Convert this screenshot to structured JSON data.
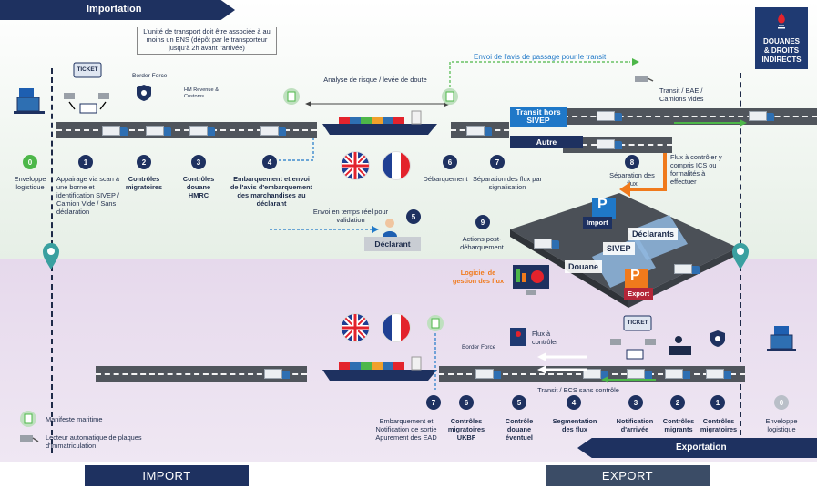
{
  "header": {
    "import_banner": "Importation",
    "export_banner": "Exportation",
    "logo_lines": [
      "DOUANES",
      "& DROITS",
      "INDIRECTS"
    ]
  },
  "import_side": {
    "ens_note": "L'unité de transport doit être associée à au moins un ENS (dépôt par le transporteur jusqu'à 2h avant l'arrivée)",
    "risk_note": "Analyse de risque / levée de doute",
    "transit_notice": "Envoi de l'avis de passage pour le transit",
    "transit_bae": "Transit / BAE / Camions vides",
    "transit_hors_sivep": "Transit hors SIVEP",
    "autre": "Autre",
    "flux_controler": "Flux à contrôler y compris ICS ou formalités à effectuer",
    "realtime": "Envoi en temps réel pour validation",
    "declarant": "Déclarant",
    "logiciel": "Logiciel de gestion des flux",
    "border_force": "Border Force",
    "hmrc": "HM Revenue & Customs",
    "ticket": "TICKET",
    "steps": [
      {
        "n": "0",
        "text": "Enveloppe logistique"
      },
      {
        "n": "1",
        "text": "Appairage via scan à une borne et identification SIVEP / Camion Vide / Sans déclaration"
      },
      {
        "n": "2",
        "text": "Contrôles migratoires"
      },
      {
        "n": "3",
        "text": "Contrôles douane HMRC"
      },
      {
        "n": "4",
        "text": "Embarquement et envoi de l'avis d'embarquement des marchandises au déclarant"
      },
      {
        "n": "5",
        "text": ""
      },
      {
        "n": "6",
        "text": "Débarquement"
      },
      {
        "n": "7",
        "text": "Séparation des flux par signalisation"
      },
      {
        "n": "8",
        "text": "Séparation des flux"
      },
      {
        "n": "9",
        "text": "Actions post-débarquement"
      }
    ]
  },
  "parking": {
    "import": "Import",
    "export": "Export",
    "declarants": "Déclarants",
    "sivep": "SIVEP",
    "douane": "Douane",
    "p": "P"
  },
  "export_side": {
    "flux_controler": "Flux à contrôler",
    "transit_ecs": "Transit / ECS sans contrôle",
    "border_force": "Border Force",
    "ticket": "TICKET",
    "steps": [
      {
        "n": "7",
        "text": "Embarquement et Notification de sortie Apurement des EAD"
      },
      {
        "n": "6",
        "text": "Contrôles migratoires UKBF"
      },
      {
        "n": "5",
        "text": "Contrôle douane éventuel"
      },
      {
        "n": "4",
        "text": "Segmentation des flux"
      },
      {
        "n": "3",
        "text": "Notification d'arrivée"
      },
      {
        "n": "2",
        "text": "Contrôles migrants"
      },
      {
        "n": "1",
        "text": "Contrôles migratoires"
      },
      {
        "n": "0",
        "text": "Enveloppe logistique"
      }
    ]
  },
  "legend": {
    "manifest": "Manifeste maritime",
    "plates": "Lecteur automatique de plaques d'immatriculation"
  },
  "footer": {
    "import": "IMPORT",
    "export": "EXPORT"
  },
  "colors": {
    "navy": "#1e3160",
    "green": "#4db749",
    "orange": "#f07a1c",
    "road": "#50555c",
    "transit_blue": "#1f78c8"
  }
}
